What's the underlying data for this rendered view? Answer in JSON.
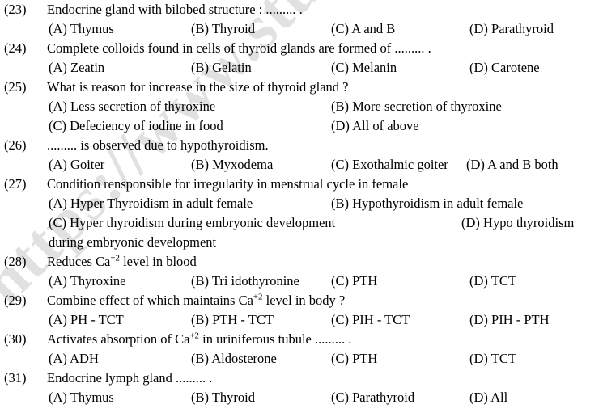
{
  "document": {
    "type": "multiple-choice-question-paper",
    "subject_hint": "Endocrine glands",
    "watermark_text": "https://www.stu"
  },
  "questions": [
    {
      "number": "(23)",
      "text": "Endocrine gland with bilobed structure : ......... .",
      "option_rows": [
        {
          "layout": "four-column",
          "options": [
            {
              "label": "(A)",
              "text": "Thymus",
              "column": "colA"
            },
            {
              "label": "(B)",
              "text": "Thyroid",
              "column": "colB"
            },
            {
              "label": "(C)",
              "text": "A and B",
              "column": "colC"
            },
            {
              "label": "(D)",
              "text": "Parathyroid",
              "column": "colD"
            }
          ]
        }
      ]
    },
    {
      "number": "(24)",
      "text": "Complete colloids found in cells of thyroid glands are formed of ......... .",
      "option_rows": [
        {
          "layout": "four-column",
          "options": [
            {
              "label": "(A)",
              "text": "Zeatin",
              "column": "colA"
            },
            {
              "label": "(B)",
              "text": "Gelatin",
              "column": "colB"
            },
            {
              "label": "(C)",
              "text": "Melanin",
              "column": "colC"
            },
            {
              "label": "(D)",
              "text": "Carotene",
              "column": "colD"
            }
          ]
        }
      ]
    },
    {
      "number": "(25)",
      "text": "What is reason for increase in the size of thyroid gland ?",
      "option_rows": [
        {
          "layout": "two-column",
          "options": [
            {
              "label": "(A)",
              "text": "Less secretion of thyroxine",
              "column": "colA"
            },
            {
              "label": "(B)",
              "text": "More secretion of thyroxine",
              "column": "colB-wide"
            }
          ]
        },
        {
          "layout": "two-column",
          "options": [
            {
              "label": "(C)",
              "text": "Defeciency of iodine in food",
              "column": "colA"
            },
            {
              "label": "(D)",
              "text": "All of above",
              "column": "colB-wide"
            }
          ]
        }
      ]
    },
    {
      "number": "(26)",
      "text": "......... is observed due to hypothyroidism.",
      "option_rows": [
        {
          "layout": "four-column",
          "options": [
            {
              "label": "(A)",
              "text": "Goiter",
              "column": "colA"
            },
            {
              "label": "(B)",
              "text": "Myxodema",
              "column": "colB"
            },
            {
              "label": "(C)",
              "text": "Exothalmic goiter",
              "column": "colC"
            },
            {
              "label": "(D)",
              "text": "A and B both",
              "column": "colD-26"
            }
          ]
        }
      ]
    },
    {
      "number": "(27)",
      "text": "Condition rensponsible for irregularity in menstrual cycle in female",
      "option_rows": [
        {
          "layout": "two-column",
          "options": [
            {
              "label": "(A)",
              "text": "Hyper Thyroidism in adult female",
              "column": "colA"
            },
            {
              "label": "(B)",
              "text": "Hypothyroidism in adult female",
              "column": "colB-wide"
            }
          ]
        },
        {
          "layout": "two-column",
          "options": [
            {
              "label": "(C)",
              "text": "Hyper thyroidism during embryonic development",
              "column": "colA"
            },
            {
              "label": "(D)",
              "text": "Hypo  thyroidism",
              "column": "colD-27"
            }
          ]
        }
      ],
      "continuation_line": "during embryonic development"
    },
    {
      "number": "(28)",
      "text_parts": [
        {
          "kind": "text",
          "value": "Reduces Ca"
        },
        {
          "kind": "sup",
          "value": "+2"
        },
        {
          "kind": "text",
          "value": " level in blood"
        }
      ],
      "option_rows": [
        {
          "layout": "four-column",
          "options": [
            {
              "label": "(A)",
              "text": "Thyroxine",
              "column": "colA"
            },
            {
              "label": "(B)",
              "text": "Tri idothyronine",
              "column": "colB"
            },
            {
              "label": "(C)",
              "text": "PTH",
              "column": "colC"
            },
            {
              "label": "(D)",
              "text": "TCT",
              "column": "colD"
            }
          ]
        }
      ]
    },
    {
      "number": "(29)",
      "text_parts": [
        {
          "kind": "text",
          "value": "Combine effect of which maintains Ca"
        },
        {
          "kind": "sup",
          "value": "+2"
        },
        {
          "kind": "text",
          "value": " level in body ?"
        }
      ],
      "option_rows": [
        {
          "layout": "four-column",
          "options": [
            {
              "label": "(A)",
              "text": "PH - TCT",
              "column": "colA"
            },
            {
              "label": "(B)",
              "text": "PTH - TCT",
              "column": "colB"
            },
            {
              "label": "(C)",
              "text": "PIH - TCT",
              "column": "colC"
            },
            {
              "label": "(D)",
              "text": "PIH - PTH",
              "column": "colD"
            }
          ]
        }
      ]
    },
    {
      "number": "(30)",
      "text_parts": [
        {
          "kind": "text",
          "value": "Activates absorption of Ca"
        },
        {
          "kind": "sup",
          "value": "+2"
        },
        {
          "kind": "text",
          "value": " in uriniferous tubule ......... ."
        }
      ],
      "option_rows": [
        {
          "layout": "four-column",
          "options": [
            {
              "label": "(A)",
              "text": "ADH",
              "column": "colA"
            },
            {
              "label": "(B)",
              "text": "Aldosterone",
              "column": "colB"
            },
            {
              "label": "(C)",
              "text": "PTH",
              "column": "colC"
            },
            {
              "label": "(D)",
              "text": "TCT",
              "column": "colD"
            }
          ]
        }
      ]
    },
    {
      "number": "(31)",
      "text": "Endocrine lymph gland ......... .",
      "option_rows": [
        {
          "layout": "four-column",
          "options": [
            {
              "label": "(A)",
              "text": "Thymus",
              "column": "colA"
            },
            {
              "label": "(B)",
              "text": "Thyroid",
              "column": "colB"
            },
            {
              "label": "(C)",
              "text": "Parathyroid",
              "column": "colC"
            },
            {
              "label": "(D)",
              "text": "All",
              "column": "colD"
            }
          ]
        }
      ]
    }
  ]
}
